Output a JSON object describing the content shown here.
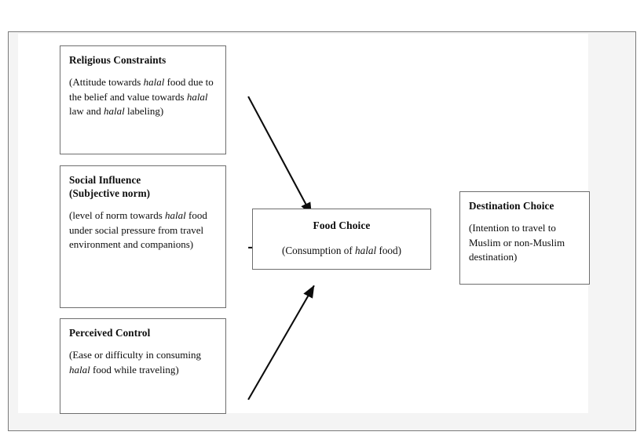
{
  "figure": {
    "type": "conceptual-model-diagram",
    "background_color": "#f4f4f4",
    "plate_color": "#ffffff",
    "border_color": "#7a7a7a",
    "node_border_color": "#6e6e6e",
    "arrow_color": "#0c0c0c",
    "text_color": "#0d0d0d"
  },
  "nodes": {
    "religious_constraints": {
      "title": "Religious Constraints",
      "body_pre": "(Attitude towards ",
      "body_em1": "halal",
      "body_mid1": " food due to the belief and value towards ",
      "body_em2": "halal",
      "body_mid2": " law and ",
      "body_em3": "halal",
      "body_post": " labeling)"
    },
    "social_influence": {
      "title_line1": "Social Influence",
      "title_line2": "(Subjective norm)",
      "body_pre": "(level of norm towards ",
      "body_em1": "halal",
      "body_post": " food under social pressure from travel environment and companions)"
    },
    "perceived_control": {
      "title": "Perceived Control",
      "body_pre": "(Ease or difficulty in consuming ",
      "body_em1": "halal",
      "body_post": " food while traveling)"
    },
    "food_choice": {
      "title": "Food Choice",
      "body_pre": "(Consumption of ",
      "body_em1": "halal",
      "body_post": " food)"
    },
    "destination_choice": {
      "title": "Destination Choice",
      "body_pre": "(Intention to travel to Muslim or non-Muslim destination)"
    }
  },
  "arrows": [
    {
      "name": "religious-constraints-to-food-choice",
      "from": "religious_constraints",
      "to": "food_choice",
      "style": "diagonal-down",
      "head": "filled-triangle"
    },
    {
      "name": "social-influence-to-food-choice",
      "from": "social_influence",
      "to": "food_choice",
      "style": "horizontal",
      "head": "filled-triangle"
    },
    {
      "name": "perceived-control-to-food-choice",
      "from": "perceived_control",
      "to": "food_choice",
      "style": "diagonal-up",
      "head": "filled-triangle"
    },
    {
      "name": "food-choice-to-destination-choice",
      "from": "food_choice",
      "to": "destination_choice",
      "style": "horizontal",
      "head": "filled-triangle"
    }
  ]
}
